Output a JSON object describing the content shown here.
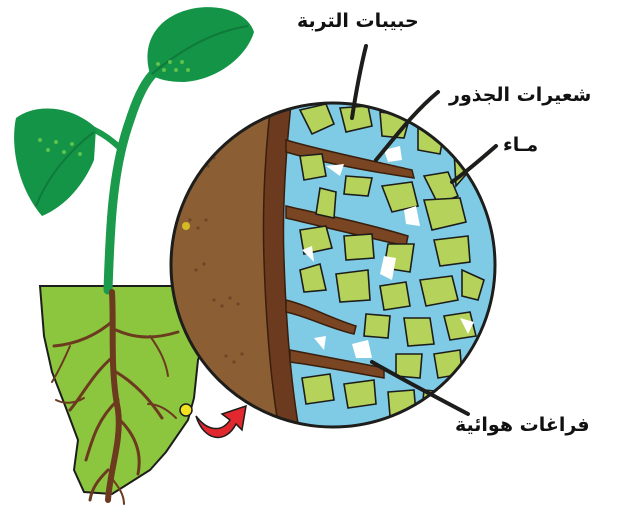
{
  "labels": {
    "soil_particles": "حبيبات التربة",
    "root_hairs": "شعيرات الجذور",
    "water": "مـاء",
    "air_spaces": "فراغات هوائية"
  },
  "colors": {
    "leaf": "#149447",
    "leaf_dark": "#0f7a3a",
    "stem": "#1a9a4a",
    "soil_green": "#8cc63f",
    "soil_brown": "#8b5e34",
    "root": "#6b3a1f",
    "water": "#7fcbe6",
    "particle": "#b5d25a",
    "arrow": "#e0282e"
  },
  "icons": {
    "magnify_arrow": "curved-arrow-icon",
    "magnifier": "magnified-circle"
  }
}
